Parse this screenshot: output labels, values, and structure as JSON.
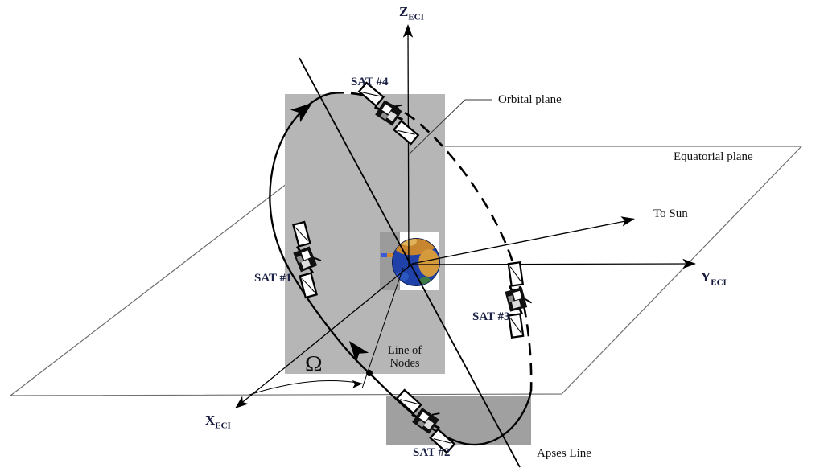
{
  "title": "ECI orbit geometry diagram with satellite constellation",
  "labels": {
    "z_axis": {
      "main": "Z",
      "sub": "ECI"
    },
    "y_axis": {
      "main": "Y",
      "sub": "ECI"
    },
    "x_axis": {
      "main": "X",
      "sub": "ECI"
    },
    "sat1": "SAT #1",
    "sat2": "SAT #2",
    "sat3": "SAT #3",
    "sat4": "SAT #4",
    "orbital_plane": "Orbital plane",
    "equatorial_plane": "Equatorial plane",
    "to_sun": "To Sun",
    "line_of_nodes_line1": "Line of",
    "line_of_nodes_line2": "Nodes",
    "raan_symbol": "Ω",
    "apses_line": "Apses Line"
  },
  "colors": {
    "background": "#ffffff",
    "orbital_plane_fill": "#b6b6b6",
    "sat2_region_fill": "#a0a0a0",
    "earth_backing_fill": "#9b9b9b",
    "equatorial_outline": "#6f6f6f",
    "line": "#000000",
    "earth_ocean": "#1f41a8",
    "earth_land": "#c8852f"
  }
}
